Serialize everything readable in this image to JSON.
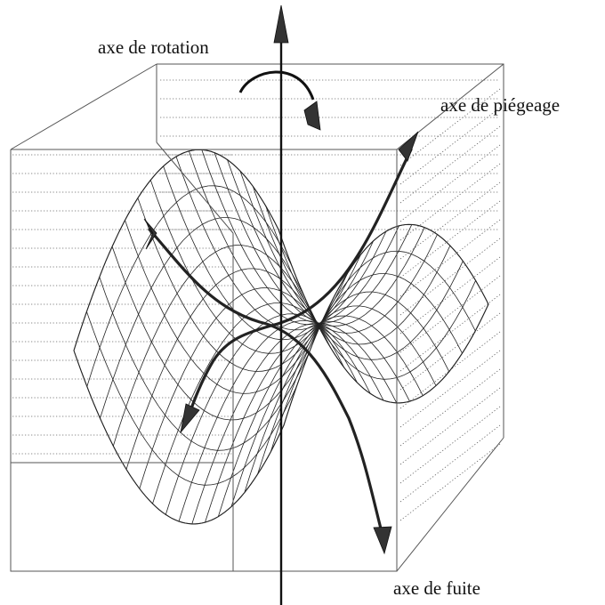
{
  "labels": {
    "rotation_axis": "axe de rotation",
    "trapping_axis": "axe de piégeage",
    "escape_axis": "axe de fuite"
  },
  "colors": {
    "line": "#222222",
    "box": "#555555",
    "background": "#ffffff"
  }
}
